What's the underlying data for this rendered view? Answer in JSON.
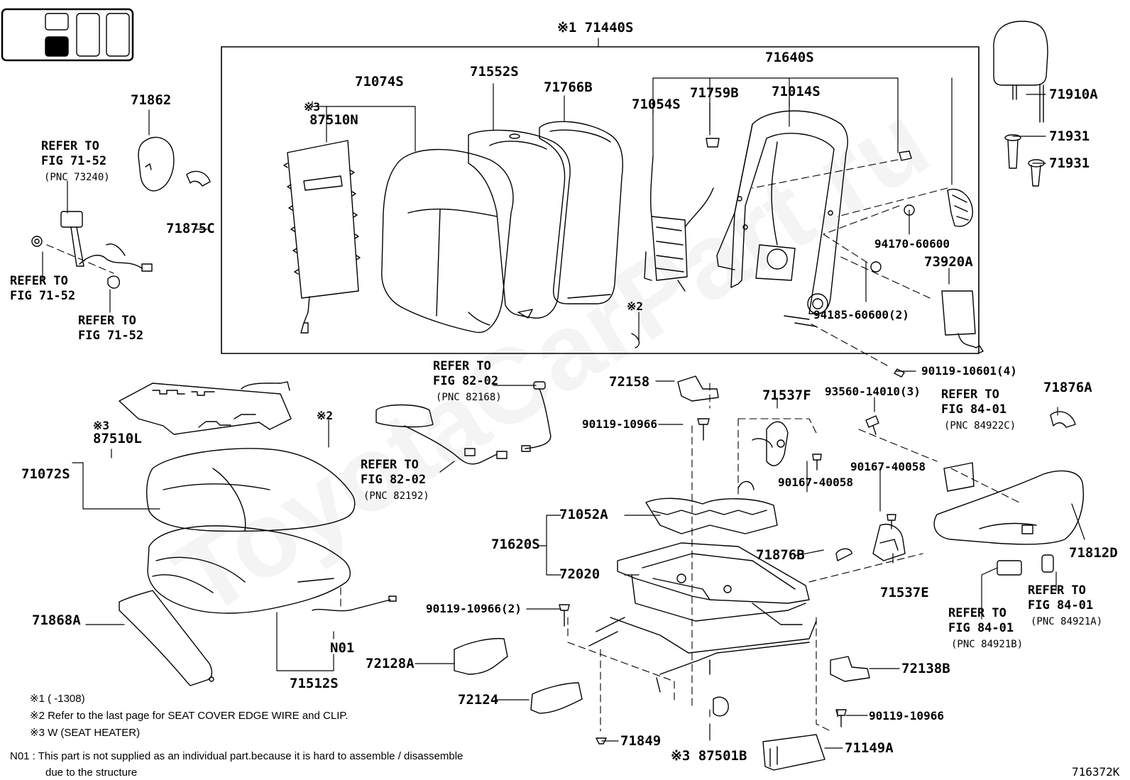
{
  "watermark": "ToyotaCarPart.ru",
  "figure_code": "716372K",
  "parts": {
    "p71440S": "※1 71440S",
    "p71640S": "71640S",
    "p71074S": "71074S",
    "p71552S": "71552S",
    "p71766B": "71766B",
    "p71054S": "71054S",
    "p71759B": "71759B",
    "p71014S": "71014S",
    "p87510N_mark": "※3",
    "p87510N": "87510N",
    "p71862": "71862",
    "p71875C": "71875C",
    "p71910A": "71910A",
    "p71931a": "71931",
    "p71931b": "71931",
    "p94170": "94170-60600",
    "p73920A": "73920A",
    "p94185": "94185-60600(2)",
    "p90119_10601": "90119-10601(4)",
    "p72158": "72158",
    "p90119_10966a": "90119-10966",
    "p71537F": "71537F",
    "p93560": "93560-14010(3)",
    "p71876A": "71876A",
    "p90167a": "90167-40058",
    "p90167b": "90167-40058",
    "p71052A": "71052A",
    "p71620S": "71620S",
    "p72020": "72020",
    "p71876B": "71876B",
    "p71537E": "71537E",
    "p71812D": "71812D",
    "p87510L_mark": "※3",
    "p87510L": "87510L",
    "p71072S": "71072S",
    "p71868A": "71868A",
    "pN01": "N01",
    "p71512S": "71512S",
    "p90119_10966_2": "90119-10966(2)",
    "p72128A": "72128A",
    "p72124": "72124",
    "p72138B": "72138B",
    "p90119_10966b": "90119-10966",
    "p71849": "71849",
    "p87501B": "※3 87501B",
    "p71149A": "71149A",
    "mark2a": "※2",
    "mark2b": "※2"
  },
  "refs": {
    "r1": "REFER TO\nFIG 71-52",
    "r1pnc": "(PNC 73240)",
    "r2": "REFER TO\nFIG 71-52",
    "r3": "REFER TO\nFIG 71-52",
    "r4": "REFER TO\nFIG 82-02",
    "r4pnc": "(PNC 82168)",
    "r5": "REFER TO\nFIG 82-02",
    "r5pnc": "(PNC 82192)",
    "r6": "REFER TO\nFIG 84-01",
    "r6pnc": "(PNC 84922C)",
    "r7": "REFER TO\nFIG 84-01",
    "r7pnc": "(PNC 84921A)",
    "r8": "REFER TO\nFIG 84-01",
    "r8pnc": "(PNC 84921B)"
  },
  "notes": {
    "n1": "※1 (      -1308)",
    "n2": "※2 Refer to the last page for SEAT COVER EDGE WIRE and CLIP.",
    "n3": "※3 W (SEAT HEATER)",
    "n4": "N01 : This part is not supplied as an individual part.because it is hard to assemble / disassemble",
    "n5": "due to the structure"
  }
}
